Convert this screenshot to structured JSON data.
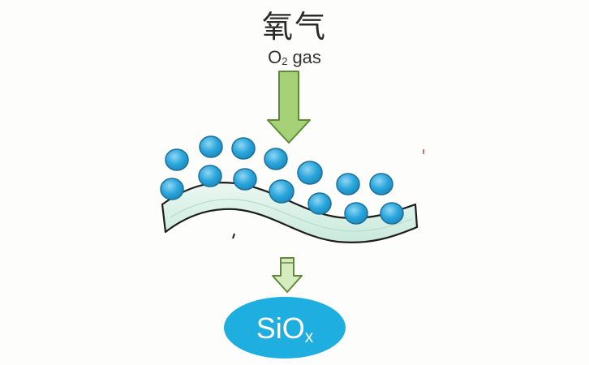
{
  "title": {
    "zh": "氧气",
    "en_prefix": "O",
    "en_subscript": "2",
    "en_suffix": "gas"
  },
  "product": {
    "base": "SiO",
    "subscript": "x"
  },
  "colors": {
    "molecule_fill": "#2aa6dc",
    "molecule_highlight": "#7fd0f0",
    "molecule_stroke": "#1d6f99",
    "arrow_fill": "#a6d177",
    "arrow_stroke": "#5f8a3a",
    "layer_fill": "#d8f0e6",
    "layer_stroke": "#1e1e1e",
    "product_fill": "#1faee0",
    "product_text": "#ffffff"
  },
  "icons": {
    "top_arrow": "down-arrow-icon",
    "bottom_arrow": "down-arrow-icon"
  }
}
